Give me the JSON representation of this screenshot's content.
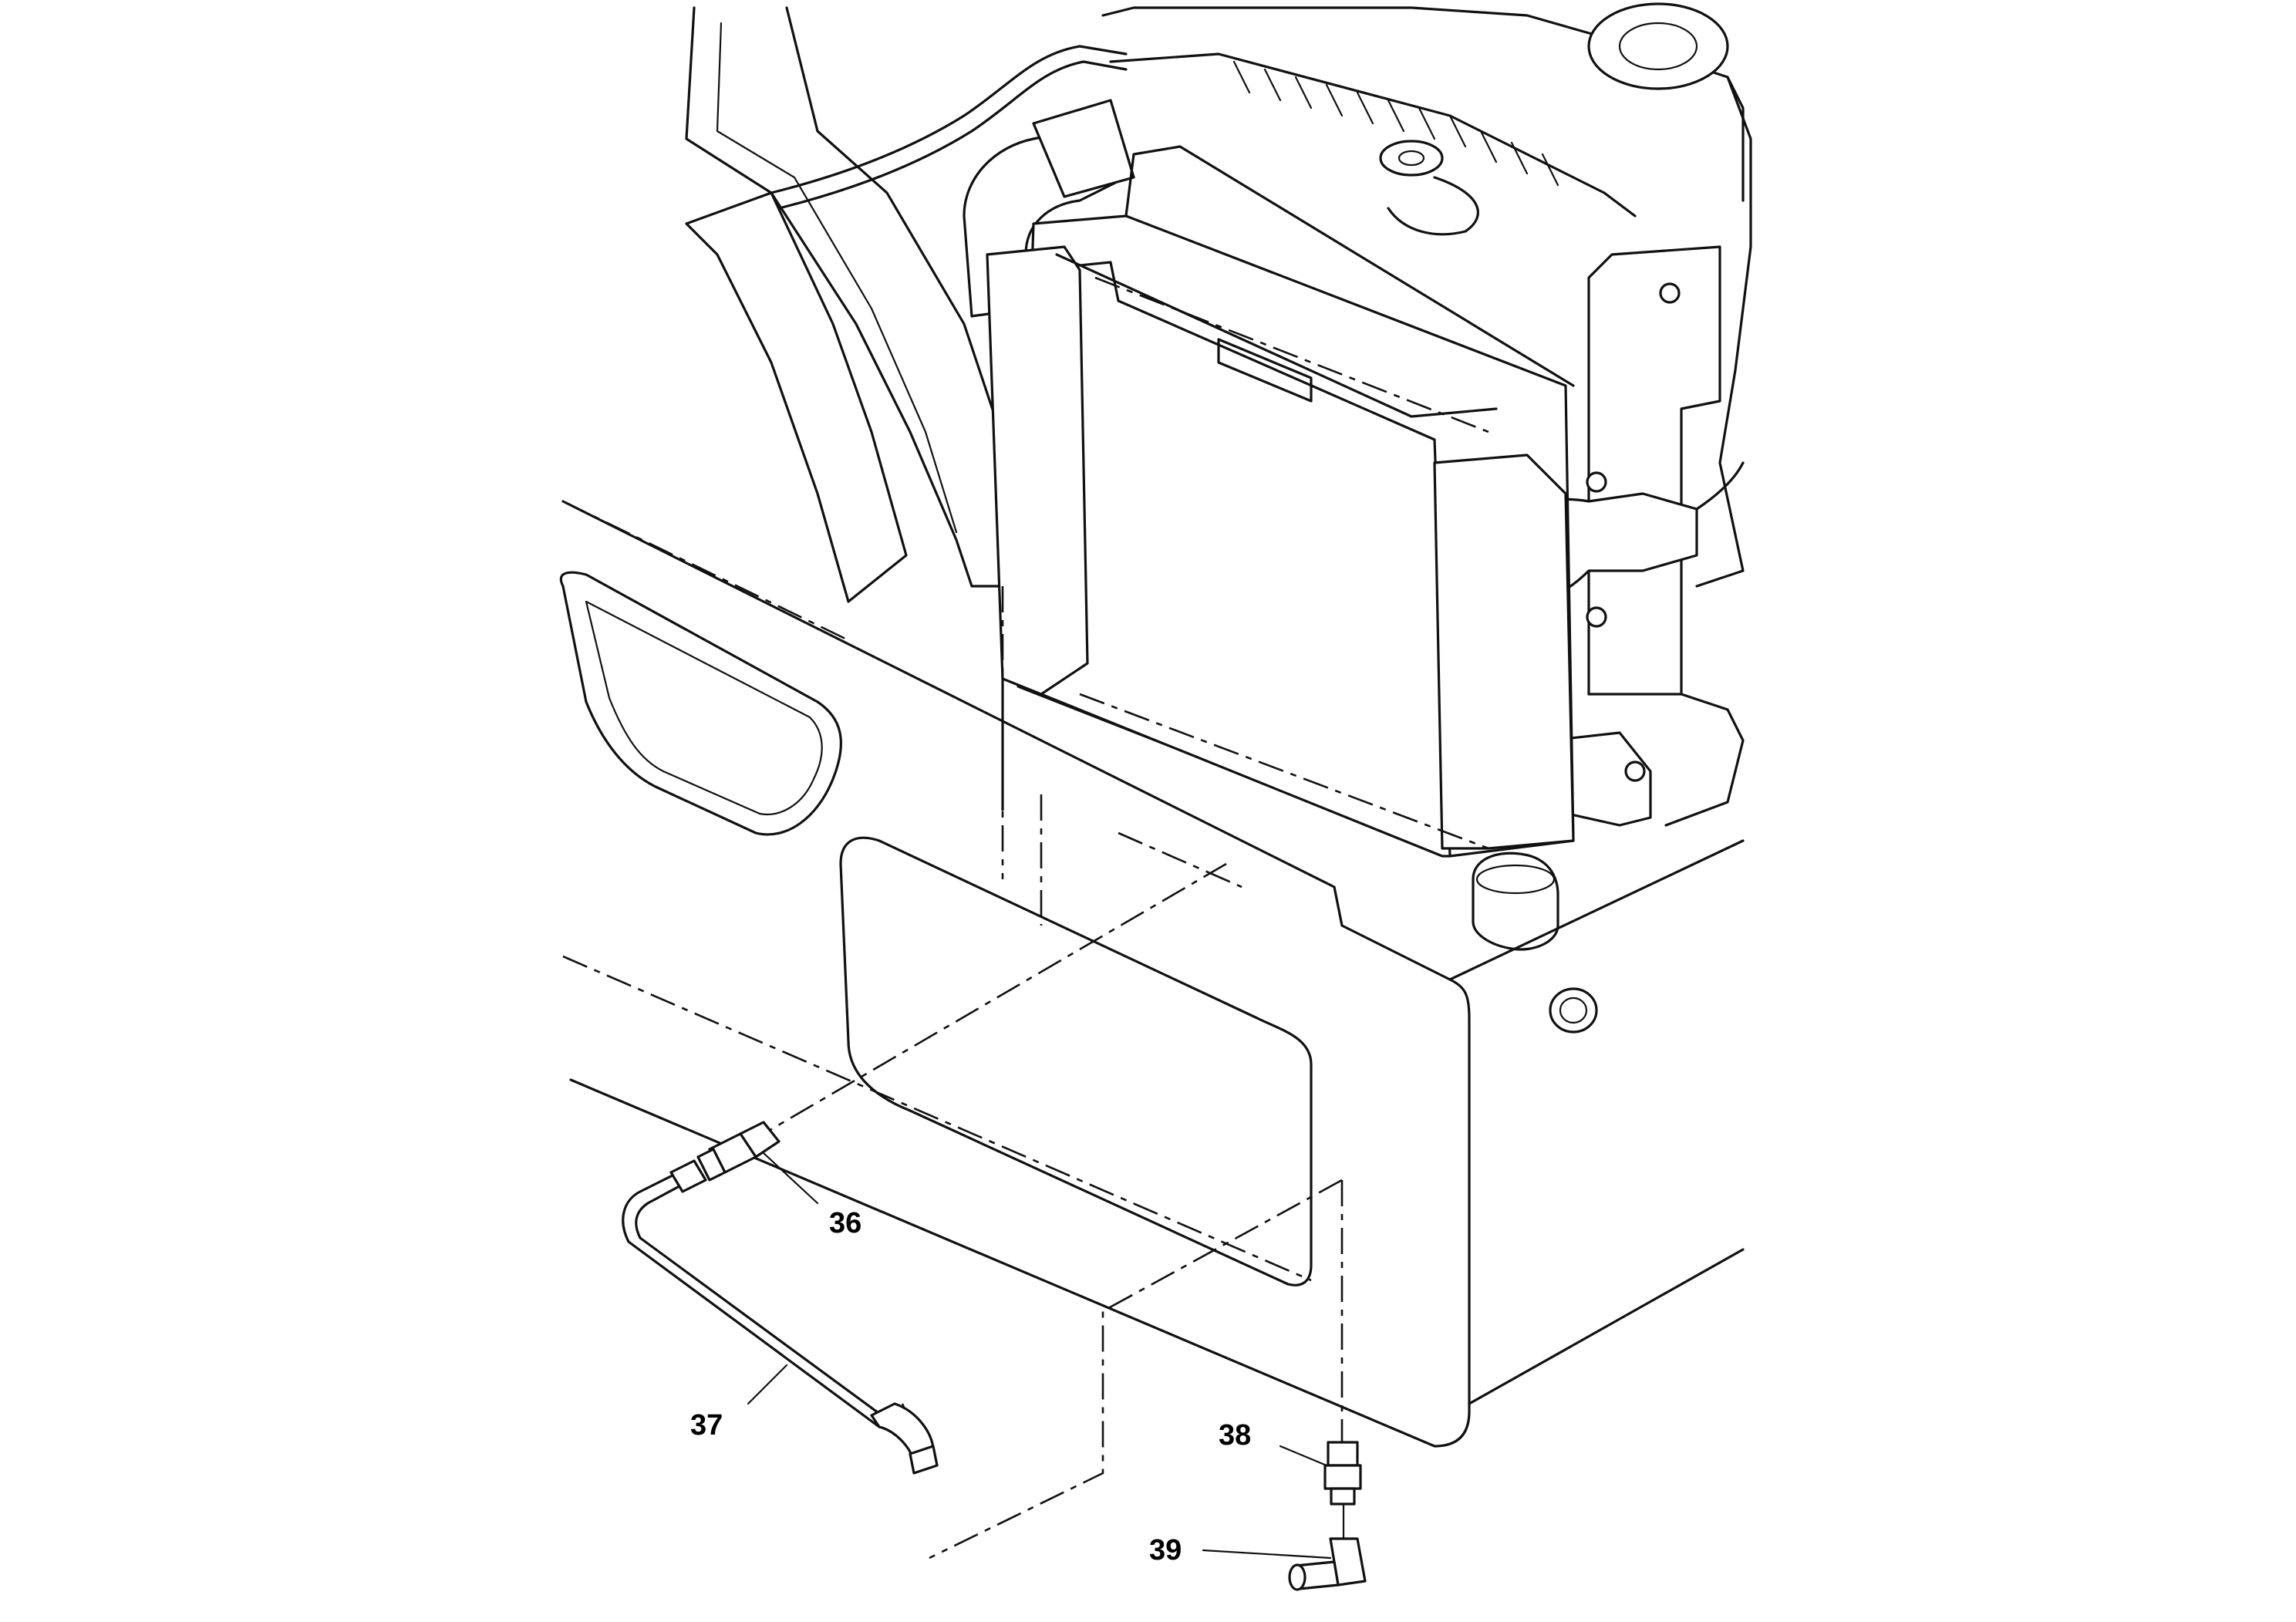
{
  "diagram": {
    "callouts": [
      {
        "id": "36",
        "label": "36"
      },
      {
        "id": "37",
        "label": "37"
      },
      {
        "id": "38",
        "label": "38"
      },
      {
        "id": "39",
        "label": "39"
      }
    ]
  }
}
